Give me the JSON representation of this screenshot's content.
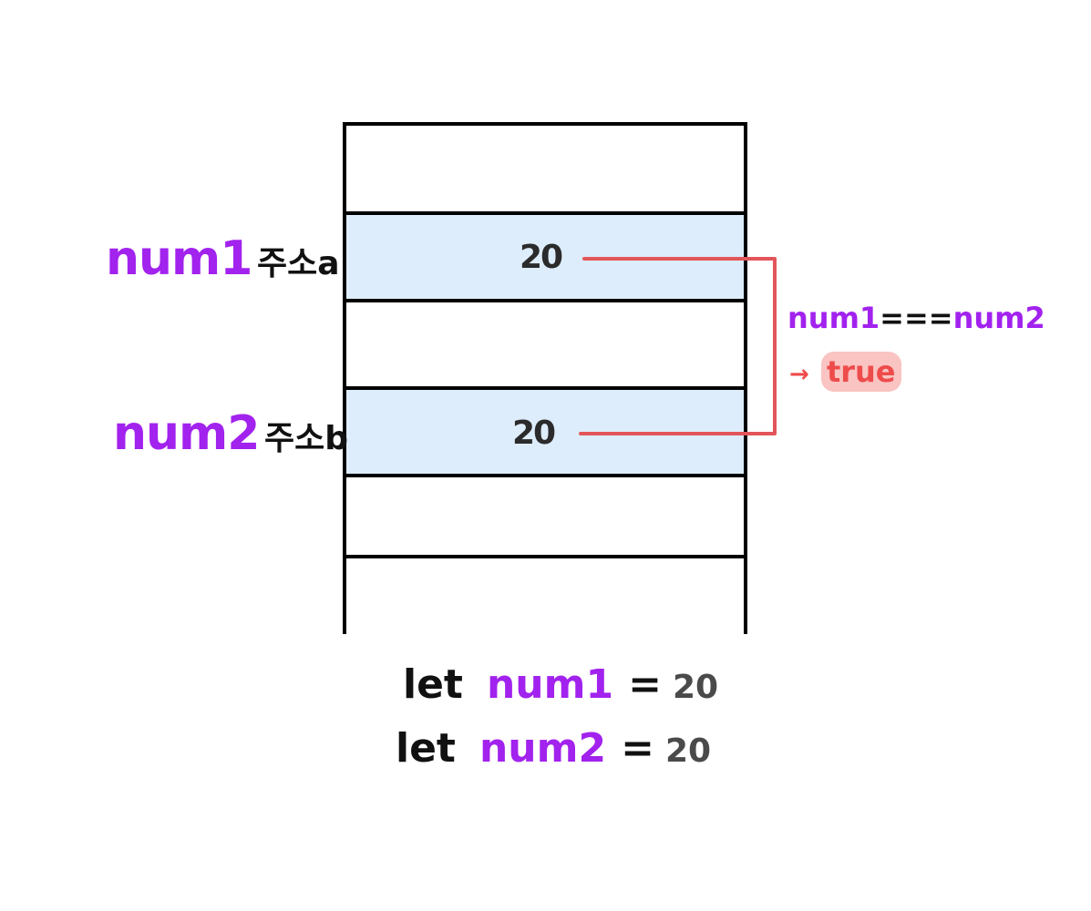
{
  "memory": {
    "rows": [
      {
        "value": "",
        "highlighted": false
      },
      {
        "value": "20",
        "highlighted": true
      },
      {
        "value": "",
        "highlighted": false
      },
      {
        "value": "20",
        "highlighted": true
      },
      {
        "value": "",
        "highlighted": false
      },
      {
        "value": "",
        "highlighted": false
      }
    ]
  },
  "labels": {
    "row1": {
      "var": "num1",
      "addr": "주소a"
    },
    "row2": {
      "var": "num2",
      "addr": "주소b"
    }
  },
  "comparison": {
    "left": "num1",
    "operator": "===",
    "right": "num2",
    "arrow": "→",
    "result": "true"
  },
  "code": [
    {
      "keyword": "let",
      "name": "num1",
      "op": "=",
      "value": "20"
    },
    {
      "keyword": "let",
      "name": "num2",
      "op": "=",
      "value": "20"
    }
  ],
  "colors": {
    "purple": "#a222ee",
    "red": "#ee4b4b",
    "highlight": "#ddedfb",
    "badge": "#f9c4c2"
  }
}
